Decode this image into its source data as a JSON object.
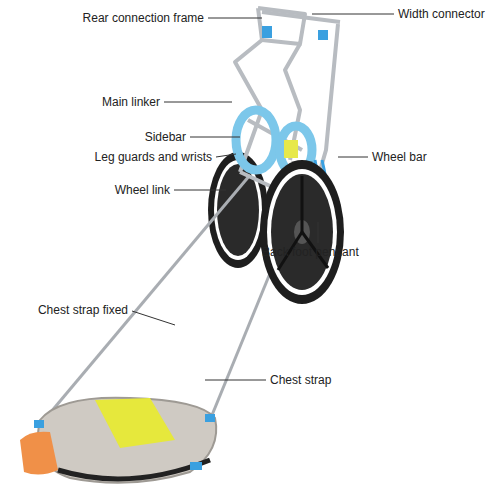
{
  "diagram": {
    "labels": [
      "Rear connection frame",
      "Width connector",
      "Main linker",
      "Sidebar",
      "Leg guards and wrists",
      "Wheel bar",
      "Wheel link",
      "Back foot pendant",
      "Chest strap fixed",
      "Chest strap"
    ]
  }
}
